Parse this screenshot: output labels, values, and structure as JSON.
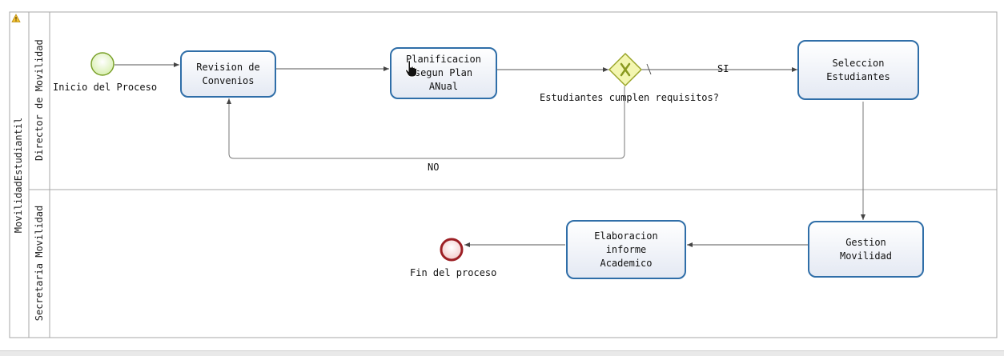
{
  "pool": {
    "name": "MovilidadEstudiantil"
  },
  "lanes": [
    {
      "name": "Director de Movilidad"
    },
    {
      "name": "Secretaria Movilidad"
    }
  ],
  "events": {
    "start": {
      "label": "Inicio del Proceso"
    },
    "end": {
      "label": "Fin del proceso"
    }
  },
  "tasks": {
    "revision": "Revision de\nConvenios",
    "planificacion": "Planificacion\nsegun Plan\nANual",
    "seleccion": "Seleccion\nEstudiantes",
    "gestion": "Gestion\nMovilidad",
    "elaboracion": "Elaboracion\ninforme\nAcademico"
  },
  "gateway": {
    "label": "Estudiantes cumplen requisitos?"
  },
  "flows": {
    "yes": "SI",
    "no": "NO"
  },
  "colors": {
    "task_border": "#2f6ea8",
    "start_fill": "#e8f5c8",
    "start_stroke": "#7aa12a",
    "end_stroke": "#9c1f24",
    "gateway_fill": "#f3f6b0",
    "gateway_stroke": "#9aa52a"
  }
}
